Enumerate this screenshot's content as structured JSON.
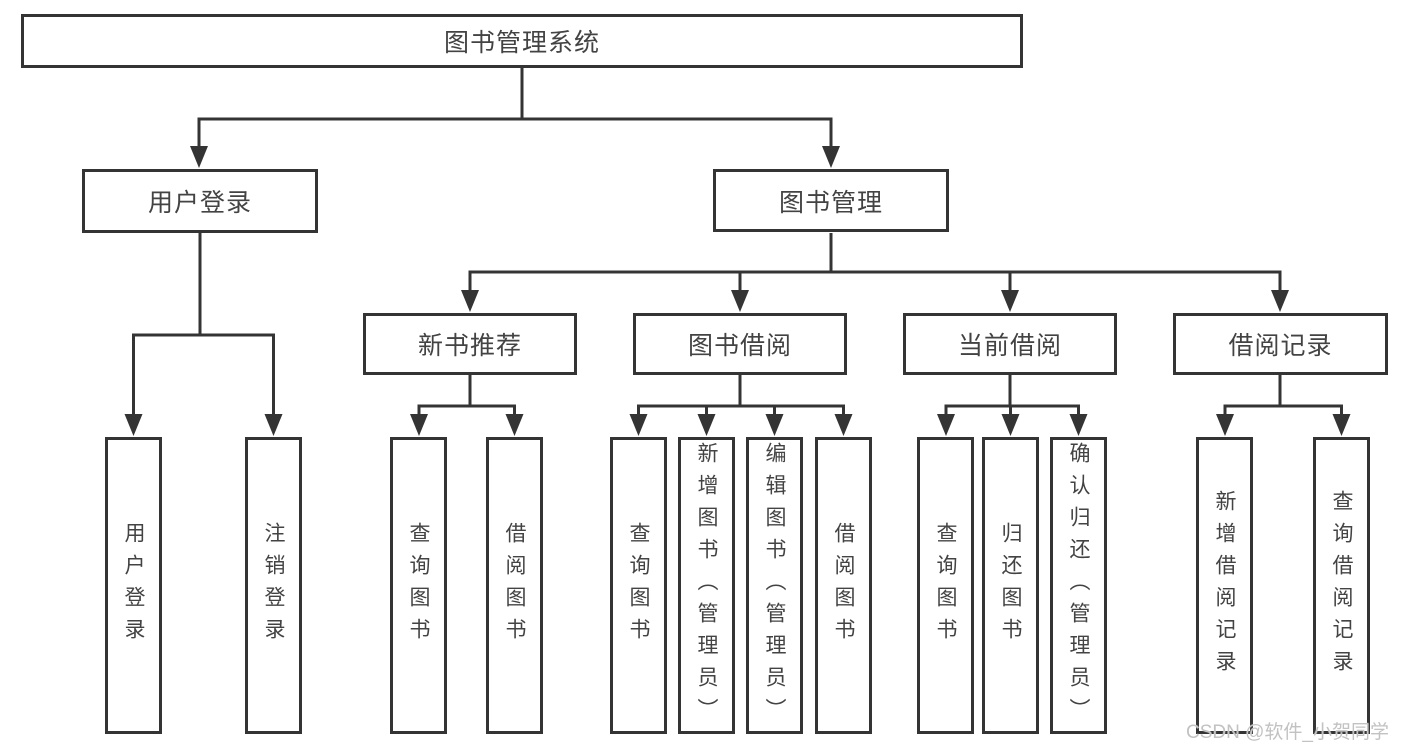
{
  "diagram": {
    "root": "图书管理系统",
    "branches": [
      {
        "label": "用户登录",
        "leaves": [
          "用户登录",
          "注销登录"
        ]
      },
      {
        "label": "图书管理",
        "groups": [
          {
            "label": "新书推荐",
            "leaves": [
              "查询图书",
              "借阅图书"
            ]
          },
          {
            "label": "图书借阅",
            "leaves": [
              "查询图书",
              "新增图书（管理员）",
              "编辑图书（管理员）",
              "借阅图书"
            ]
          },
          {
            "label": "当前借阅",
            "leaves": [
              "查询图书",
              "归还图书",
              "确认归还（管理员）"
            ]
          },
          {
            "label": "借阅记录",
            "leaves": [
              "新增借阅记录",
              "查询借阅记录"
            ]
          }
        ]
      }
    ]
  },
  "watermark": "CSDN @软件_小贺同学",
  "colors": {
    "line": "#343434",
    "text": "#434343",
    "watermark": "#c2c2c2",
    "background": "#ffffff"
  }
}
